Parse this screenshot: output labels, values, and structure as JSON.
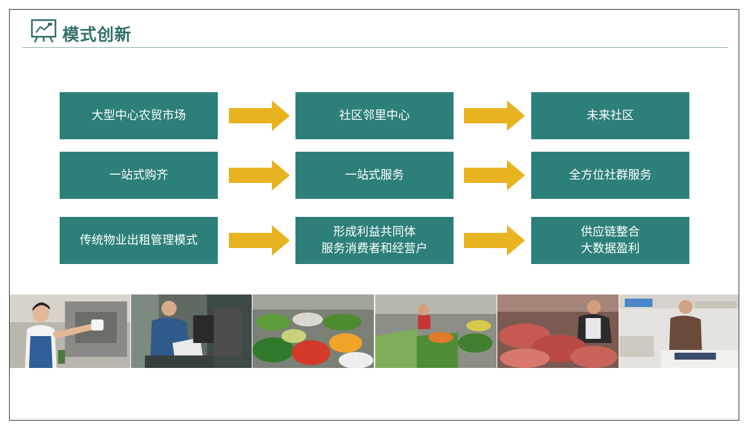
{
  "header": {
    "title": "模式创新",
    "icon": "presentation-board-icon"
  },
  "colors": {
    "box_fill": "#2d8079",
    "arrow_fill": "#e7b320",
    "title_color": "#2e6f6a"
  },
  "rows": [
    {
      "items": [
        {
          "lines": [
            "大型中心农贸市场"
          ]
        },
        {
          "lines": [
            "社区邻里中心"
          ]
        },
        {
          "lines": [
            "未来社区"
          ]
        }
      ]
    },
    {
      "items": [
        {
          "lines": [
            "一站式购齐"
          ]
        },
        {
          "lines": [
            "一站式服务"
          ]
        },
        {
          "lines": [
            "全方位社群服务"
          ]
        }
      ]
    },
    {
      "items": [
        {
          "lines": [
            "传统物业出租管理模式"
          ]
        },
        {
          "lines": [
            "形成利益共同体",
            "服务消费者和经营户"
          ]
        },
        {
          "lines": [
            "供应链整合",
            "大数据盈利"
          ]
        }
      ]
    }
  ],
  "photos": [
    "cleaning-staff-photo",
    "tailor-repair-photo",
    "vegetable-stall-photo",
    "market-produce-photo",
    "butcher-meat-photo",
    "tailor-shop-photo"
  ]
}
